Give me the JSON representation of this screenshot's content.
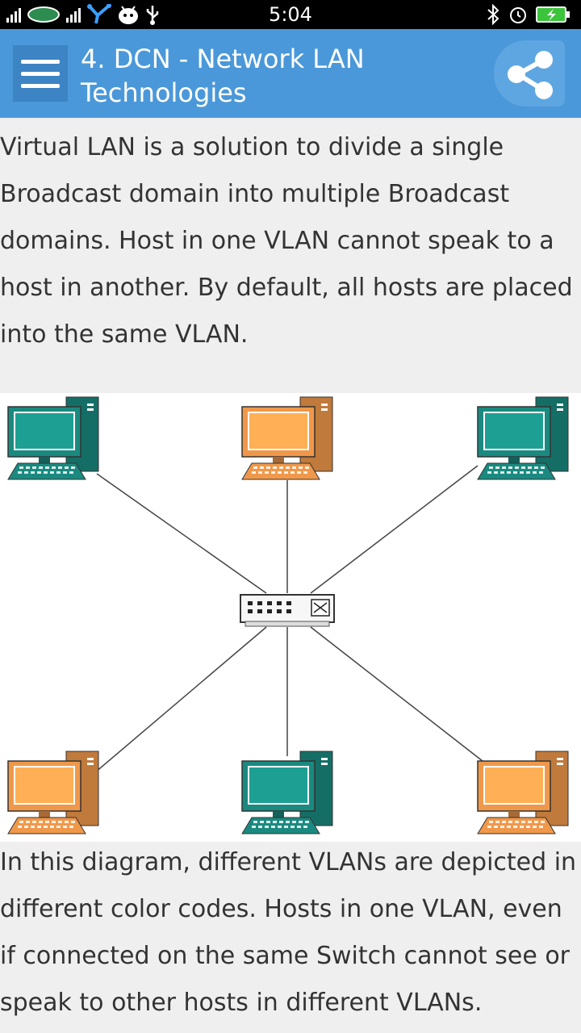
{
  "status_bar": {
    "time": "5:04",
    "left_icons": [
      "signal-icon",
      "carrier-logo-icon",
      "signal-icon",
      "app-notification-icon",
      "android-icon",
      "usb-icon"
    ],
    "right_icons": [
      "bluetooth-icon",
      "alarm-icon",
      "battery-charging-icon"
    ]
  },
  "app_bar": {
    "title": "4. DCN - Network LAN Technologies",
    "menu_icon": "hamburger-menu-icon",
    "share_icon": "share-icon",
    "accent_color": "#4a98d9"
  },
  "content": {
    "intro": "Virtual LAN is a solution to divide a single Broadcast domain into multiple Broadcast domains. Host in one VLAN cannot speak to a host in another. By default, all hosts are placed into the same VLAN.",
    "explanation": "In this diagram, different VLANs are depicted in different color codes. Hosts in one VLAN, even if connected on the same Switch cannot see or speak to other hosts in different VLANs."
  },
  "diagram": {
    "hosts": [
      {
        "name": "host-top-left",
        "color": "#1a8a80"
      },
      {
        "name": "host-top-center",
        "color": "#f0984a"
      },
      {
        "name": "host-top-right",
        "color": "#1a8a80"
      },
      {
        "name": "host-bottom-left",
        "color": "#f0984a"
      },
      {
        "name": "host-bottom-center",
        "color": "#1a8a80"
      },
      {
        "name": "host-bottom-right",
        "color": "#f0984a"
      }
    ],
    "center_device": "switch-icon"
  }
}
